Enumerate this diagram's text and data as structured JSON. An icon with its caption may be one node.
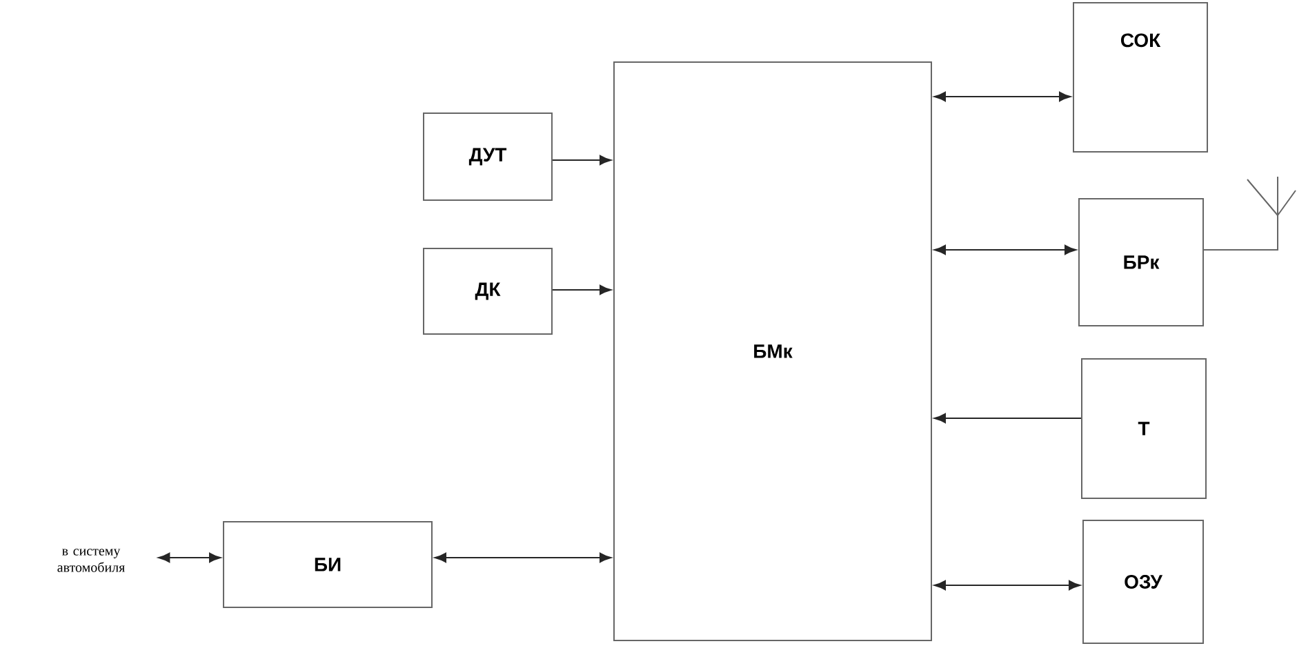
{
  "diagram": {
    "nodes": [
      {
        "text": [
          "ДУТ"
        ]
      },
      {
        "text": [
          "ДК"
        ]
      },
      {
        "text": [
          "в систему автомобиля"
        ]
      },
      {
        "text": [
          "БИ"
        ]
      },
      {
        "text": [
          "БМк"
        ]
      },
      {
        "text": [
          "СОК"
        ]
      },
      {
        "text": [
          "БРк"
        ]
      },
      {
        "text": [
          "Т"
        ]
      },
      {
        "text": [
          "ОЗУ"
        ]
      }
    ],
    "edges": [
      {
        "from": 0,
        "to": 4,
        "arrow": "to"
      },
      {
        "from": 1,
        "to": 4,
        "arrow": "to"
      },
      {
        "from": 2,
        "to": 3,
        "arrow": "both"
      },
      {
        "from": 3,
        "to": 4,
        "arrow": "both"
      },
      {
        "from": 4,
        "to": 5,
        "arrow": "both"
      },
      {
        "from": 4,
        "to": 6,
        "arrow": "both"
      },
      {
        "from": 7,
        "to": 4,
        "arrow": "to"
      },
      {
        "from": 4,
        "to": 8,
        "arrow": "both"
      }
    ]
  }
}
